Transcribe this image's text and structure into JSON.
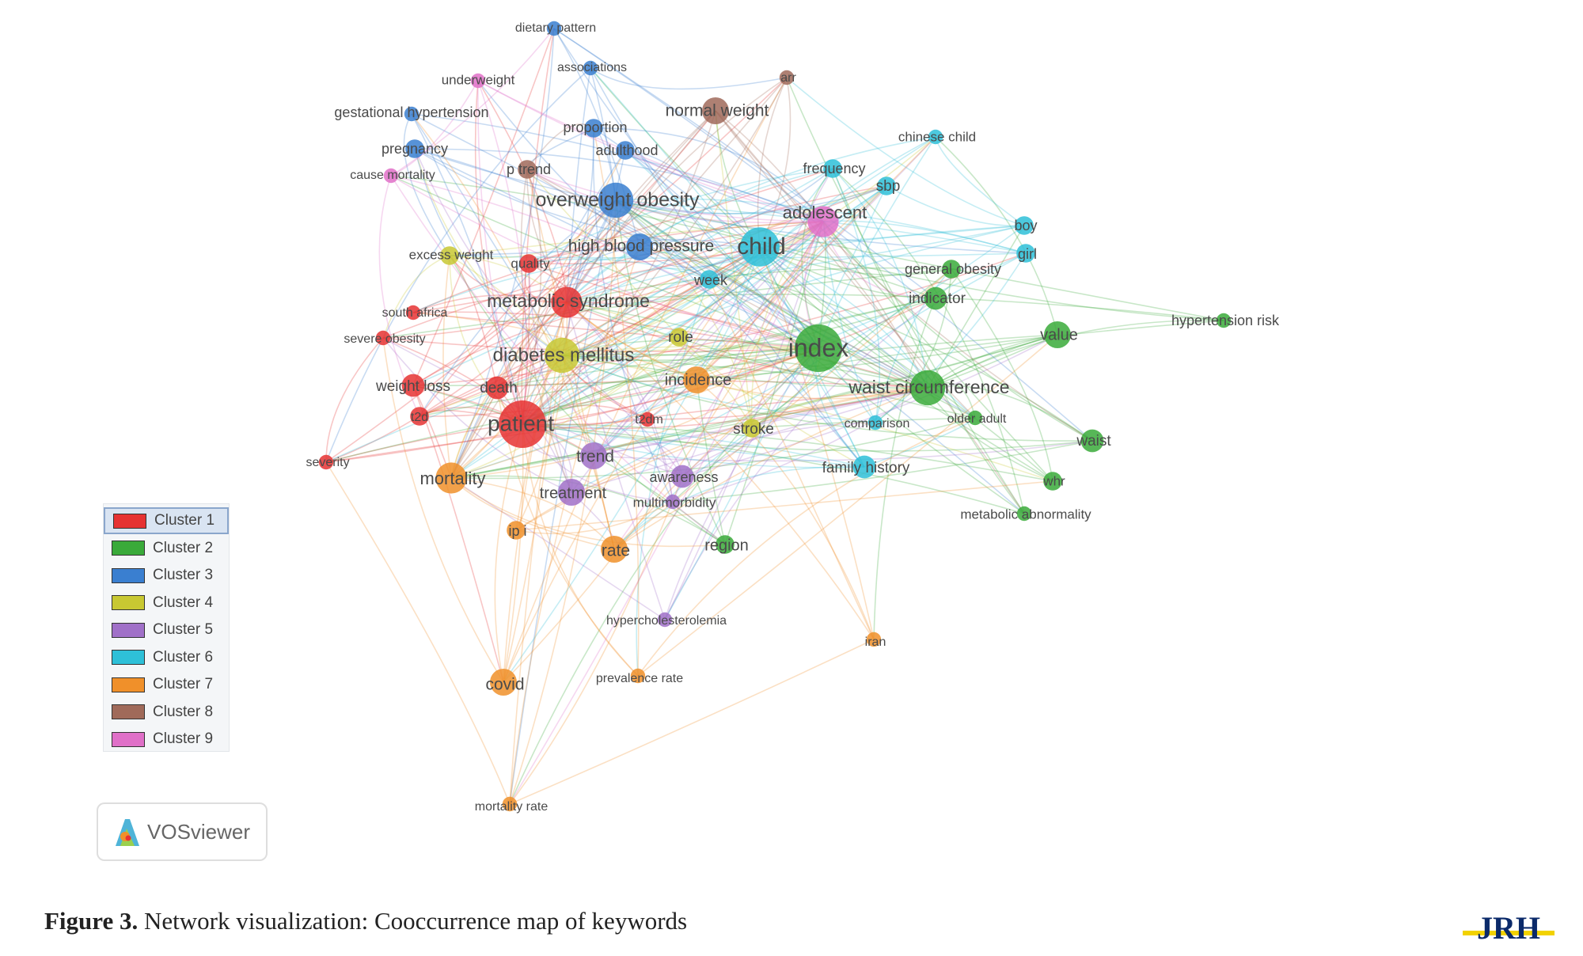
{
  "colors": {
    "cluster_1": "#e63232",
    "cluster_2": "#3aaa3a",
    "cluster_3": "#3a7fd0",
    "cluster_4": "#c8c832",
    "cluster_5": "#a070c8",
    "cluster_6": "#2ec0d8",
    "cluster_7": "#f0902a",
    "cluster_8": "#a06a5a",
    "cluster_9": "#e070c8"
  },
  "legend": [
    {
      "label": "Cluster 1",
      "color": "#e63232",
      "selected": true
    },
    {
      "label": "Cluster 2",
      "color": "#3aaa3a"
    },
    {
      "label": "Cluster 3",
      "color": "#3a7fd0"
    },
    {
      "label": "Cluster 4",
      "color": "#c8c832"
    },
    {
      "label": "Cluster 5",
      "color": "#a070c8"
    },
    {
      "label": "Cluster 6",
      "color": "#2ec0d8"
    },
    {
      "label": "Cluster 7",
      "color": "#f0902a"
    },
    {
      "label": "Cluster 8",
      "color": "#a06a5a"
    },
    {
      "label": "Cluster 9",
      "color": "#e070c8"
    }
  ],
  "keywords": [
    {
      "label": "patient",
      "cluster": 1,
      "weight": 10
    },
    {
      "label": "metabolic syndrome",
      "cluster": 1,
      "weight": 6
    },
    {
      "label": "diabetes mellitus",
      "cluster": 4,
      "weight": 7
    },
    {
      "label": "death",
      "cluster": 1,
      "weight": 4
    },
    {
      "label": "t2d",
      "cluster": 1,
      "weight": 3
    },
    {
      "label": "weight loss",
      "cluster": 1,
      "weight": 4
    },
    {
      "label": "severe obesity",
      "cluster": 1,
      "weight": 2
    },
    {
      "label": "south africa",
      "cluster": 1,
      "weight": 2
    },
    {
      "label": "excess weight",
      "cluster": 4,
      "weight": 3
    },
    {
      "label": "quality",
      "cluster": 1,
      "weight": 3
    },
    {
      "label": "severity",
      "cluster": 1,
      "weight": 2
    },
    {
      "label": "t2dm",
      "cluster": 1,
      "weight": 2
    },
    {
      "label": "index",
      "cluster": 2,
      "weight": 10
    },
    {
      "label": "waist circumference",
      "cluster": 2,
      "weight": 7
    },
    {
      "label": "value",
      "cluster": 2,
      "weight": 5
    },
    {
      "label": "waist",
      "cluster": 2,
      "weight": 4
    },
    {
      "label": "whr",
      "cluster": 2,
      "weight": 3
    },
    {
      "label": "indicator",
      "cluster": 2,
      "weight": 4
    },
    {
      "label": "general obesity",
      "cluster": 2,
      "weight": 3
    },
    {
      "label": "hypertension risk",
      "cluster": 2,
      "weight": 2
    },
    {
      "label": "older adult",
      "cluster": 2,
      "weight": 2
    },
    {
      "label": "metabolic abnormality",
      "cluster": 2,
      "weight": 2
    },
    {
      "label": "region",
      "cluster": 2,
      "weight": 3
    },
    {
      "label": "overweight obesity",
      "cluster": 3,
      "weight": 7
    },
    {
      "label": "high blood pressure",
      "cluster": 3,
      "weight": 5
    },
    {
      "label": "dietary pattern",
      "cluster": 3,
      "weight": 2
    },
    {
      "label": "associations",
      "cluster": 3,
      "weight": 2
    },
    {
      "label": "gestational hypertension",
      "cluster": 3,
      "weight": 2
    },
    {
      "label": "pregnancy",
      "cluster": 3,
      "weight": 3
    },
    {
      "label": "proportion",
      "cluster": 3,
      "weight": 3
    },
    {
      "label": "adulthood",
      "cluster": 3,
      "weight": 3
    },
    {
      "label": "role",
      "cluster": 4,
      "weight": 3
    },
    {
      "label": "stroke",
      "cluster": 4,
      "weight": 3
    },
    {
      "label": "trend",
      "cluster": 5,
      "weight": 5
    },
    {
      "label": "treatment",
      "cluster": 5,
      "weight": 5
    },
    {
      "label": "awareness",
      "cluster": 5,
      "weight": 4
    },
    {
      "label": "multimorbidity",
      "cluster": 5,
      "weight": 2
    },
    {
      "label": "hypercholesterolemia",
      "cluster": 5,
      "weight": 2
    },
    {
      "label": "child",
      "cluster": 6,
      "weight": 8
    },
    {
      "label": "sbp",
      "cluster": 6,
      "weight": 3
    },
    {
      "label": "boy",
      "cluster": 6,
      "weight": 3
    },
    {
      "label": "girl",
      "cluster": 6,
      "weight": 3
    },
    {
      "label": "chinese child",
      "cluster": 6,
      "weight": 2
    },
    {
      "label": "frequency",
      "cluster": 6,
      "weight": 3
    },
    {
      "label": "week",
      "cluster": 6,
      "weight": 3
    },
    {
      "label": "comparison",
      "cluster": 6,
      "weight": 2
    },
    {
      "label": "family history",
      "cluster": 6,
      "weight": 4
    },
    {
      "label": "mortality",
      "cluster": 7,
      "weight": 6
    },
    {
      "label": "incidence",
      "cluster": 7,
      "weight": 5
    },
    {
      "label": "rate",
      "cluster": 7,
      "weight": 5
    },
    {
      "label": "covid",
      "cluster": 7,
      "weight": 5
    },
    {
      "label": "ip i",
      "cluster": 7,
      "weight": 3
    },
    {
      "label": "prevalence rate",
      "cluster": 7,
      "weight": 2
    },
    {
      "label": "mortality rate",
      "cluster": 7,
      "weight": 2
    },
    {
      "label": "iran",
      "cluster": 7,
      "weight": 2
    },
    {
      "label": "normal weight",
      "cluster": 8,
      "weight": 5
    },
    {
      "label": "arr",
      "cluster": 8,
      "weight": 2
    },
    {
      "label": "p trend",
      "cluster": 8,
      "weight": 3
    },
    {
      "label": "adolescent",
      "cluster": 9,
      "weight": 6
    },
    {
      "label": "underweight",
      "cluster": 9,
      "weight": 2
    },
    {
      "label": "cause mortality",
      "cluster": 9,
      "weight": 2
    }
  ],
  "brand": {
    "name": "VOSviewer"
  },
  "caption": {
    "bold": "Figure 3.",
    "text": " Network visualization: Cooccurrence map of keywords"
  },
  "journal_logo": {
    "text": "JRH"
  }
}
